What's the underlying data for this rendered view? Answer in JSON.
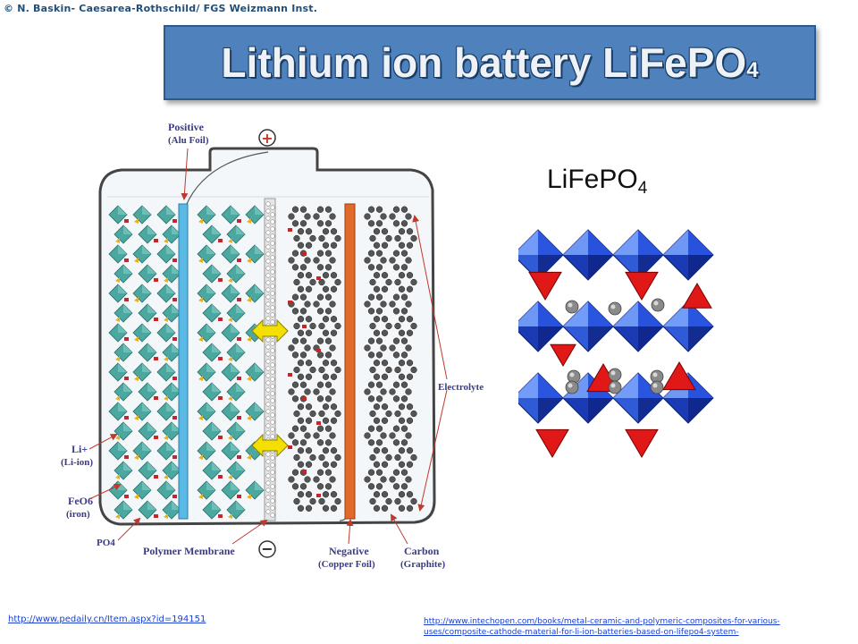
{
  "copyright": "© N. Baskin-  Caesarea-Rothschild/  FGS Weizmann Inst.",
  "title": {
    "main": "Lithium ion battery LiFePO",
    "subscript": "4"
  },
  "formula": {
    "main": "LiFePO",
    "subscript": "4"
  },
  "diagram": {
    "positive_label": "Positive",
    "positive_sub": "(Alu Foil)",
    "plus_sign": "+",
    "minus_sign": "−",
    "electrolyte_label": "Electrolyte",
    "li_label": "Li+",
    "li_sub": "(Li-ion)",
    "feo_label": "FeO6",
    "feo_sub": "(iron)",
    "po4_label": "PO4",
    "membrane_label": "Polymer Membrane",
    "negative_label": "Negative",
    "negative_sub": "(Copper Foil)",
    "carbon_label": "Carbon",
    "carbon_sub": "(Graphite)"
  },
  "links": {
    "source1": "http://www.pedaily.cn/Item.aspx?id=194151",
    "source2_line1": "http://www.intechopen.com/books/metal-ceramic-and-polymeric-composites-for-various-",
    "source2_line2": "uses/composite-cathode-material-for-li-ion-batteries-based-on-lifepo4-system-"
  },
  "colors": {
    "title_bg": "#4f81bd",
    "positive_foil": "#5bb9e6",
    "negative_foil": "#e06a2a",
    "octahedra": "#4aa8a0",
    "crystal_blue": "#2f5bd8",
    "crystal_red": "#e01818",
    "arrow_yellow": "#f3e000"
  }
}
